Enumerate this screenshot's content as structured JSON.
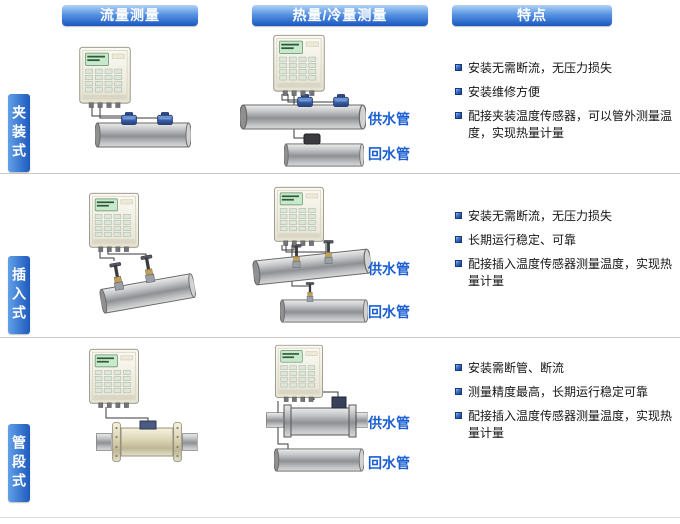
{
  "header": {
    "col_flow": "流量测量",
    "col_heat": "热量/冷量测量",
    "col_features": "特点"
  },
  "rows": [
    {
      "tab": "夹装式",
      "pipe_labels": {
        "supply": "供水管",
        "return": "回水管"
      },
      "features": [
        "安装无需断流，无压力损失",
        "安装维修方便",
        "配接夹装温度传感器，可以管外测量温度，实现热量计量"
      ]
    },
    {
      "tab": "插入式",
      "pipe_labels": {
        "supply": "供水管",
        "return": "回水管"
      },
      "features": [
        "安装无需断流，无压力损失",
        "长期运行稳定、可靠",
        "配接插入温度传感器测量温度，实现热量计量"
      ]
    },
    {
      "tab": "管段式",
      "pipe_labels": {
        "supply": "供水管",
        "return": "回水管"
      },
      "features": [
        "安装需断管、断流",
        "测量精度最高，长期运行稳定可靠",
        "配接插入温度传感器测量温度，实现热量计量"
      ]
    }
  ],
  "icons": {
    "feature_bullet": "blue-square-bullet-icon"
  },
  "colors": {
    "header_blue": "#1a57c0",
    "tab_blue": "#1d5abe",
    "pipe_label_blue": "#1b5ed2",
    "bullet_blue": "#143c8e"
  }
}
